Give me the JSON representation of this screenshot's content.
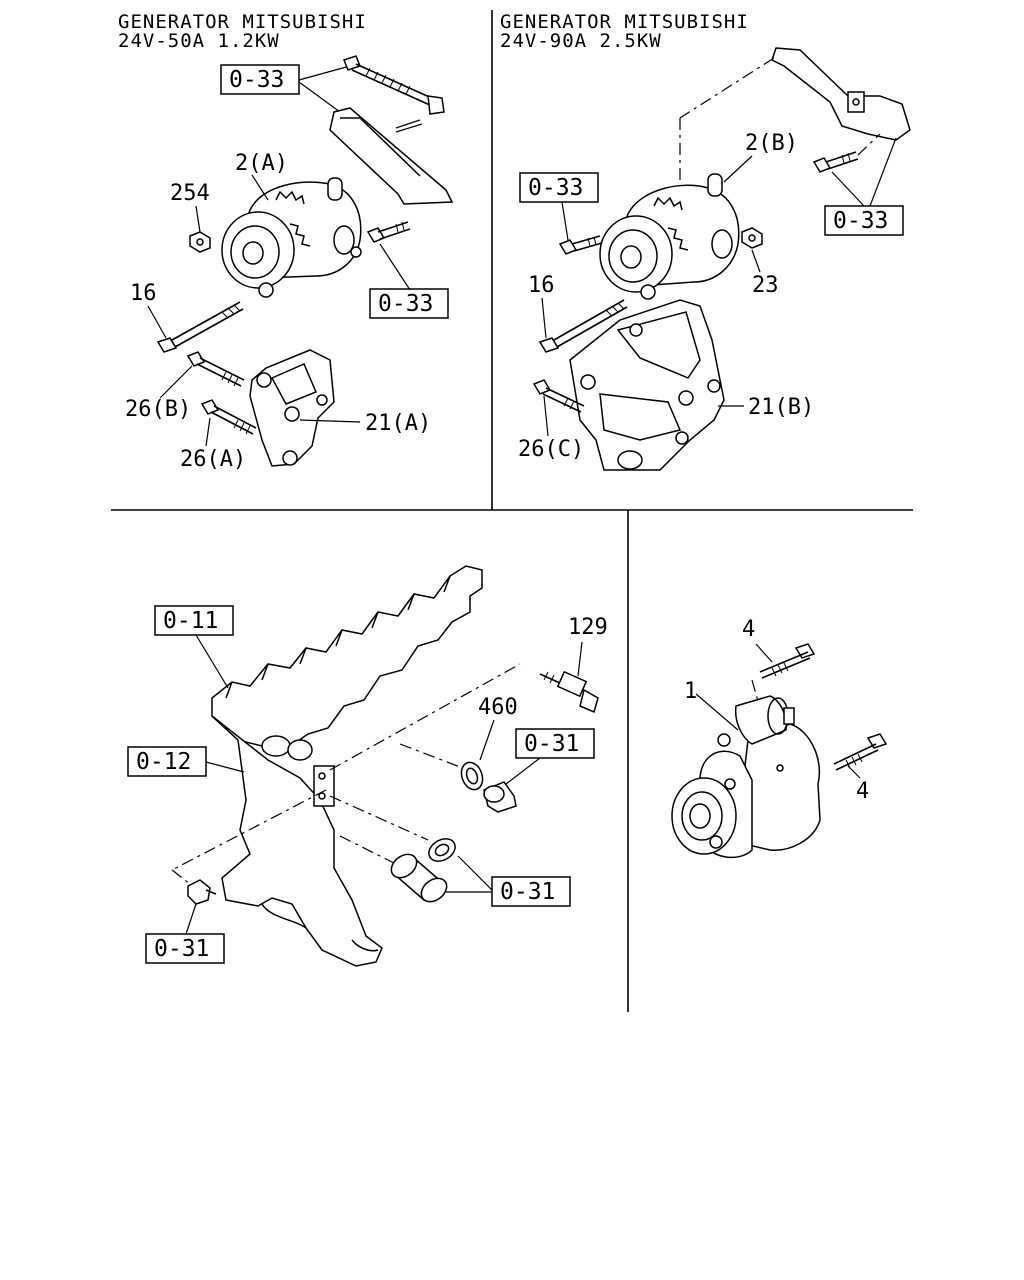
{
  "panels": {
    "top_left": {
      "title_line1": "GENERATOR MITSUBISHI",
      "title_line2": "24V-50A 1.2KW",
      "ref_top": "0-33",
      "ref_right": "0-33",
      "label_alternator": "2(A)",
      "label_nut": "254",
      "label_long_bolt": "16",
      "label_bolt_b": "26(B)",
      "label_bolt_a": "26(A)",
      "label_bracket": "21(A)"
    },
    "top_right": {
      "title_line1": "GENERATOR MITSUBISHI",
      "title_line2": "24V-90A 2.5KW",
      "ref_left": "0-33",
      "ref_right": "0-33",
      "label_alternator": "2(B)",
      "label_nut": "23",
      "label_long_bolt": "16",
      "label_bolt_c": "26(C)",
      "label_bracket": "21(B)"
    },
    "bottom_left": {
      "ref_block_top": "0-11",
      "ref_block_side": "0-12",
      "ref_plug": "0-31",
      "ref_sleeves": "0-31",
      "ref_fitting": "0-31",
      "label_sensor": "129",
      "label_washer": "460"
    },
    "bottom_right": {
      "label_starter": "1",
      "label_bolt_top": "4",
      "label_bolt_side": "4"
    }
  }
}
